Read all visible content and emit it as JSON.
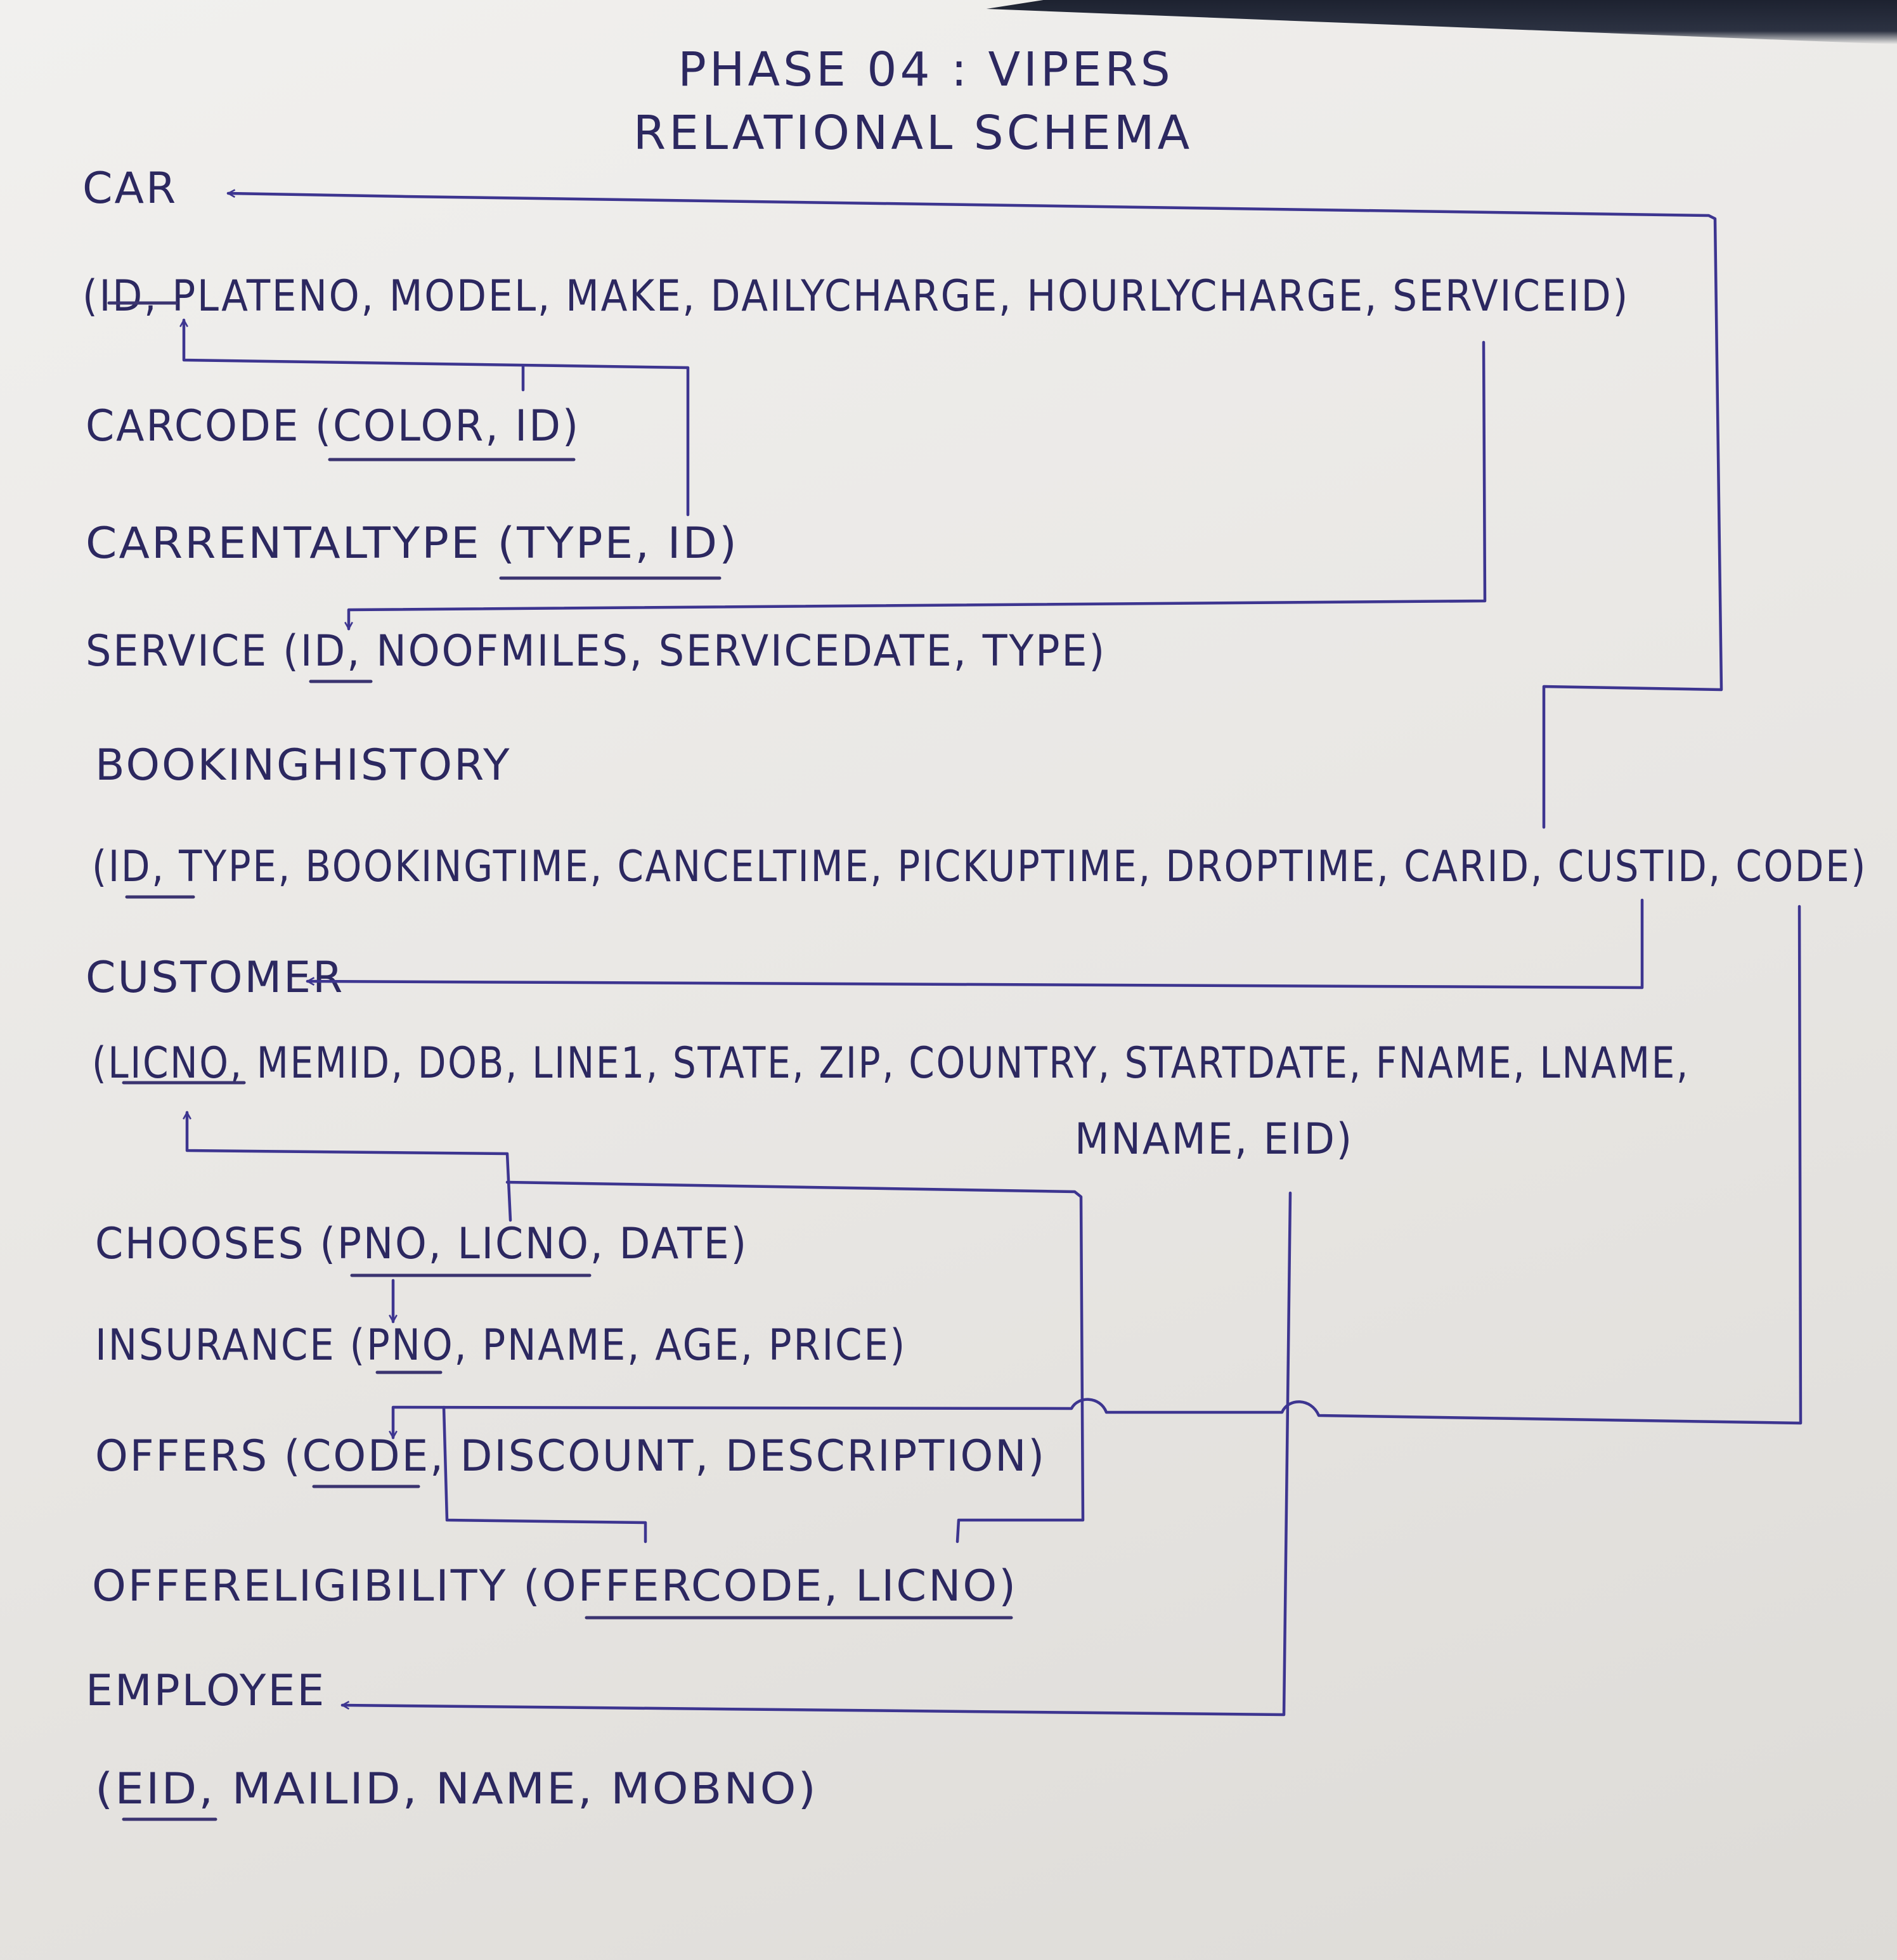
{
  "title": {
    "line1": "PHASE 04 : VIPERS",
    "line2": "RELATIONAL SCHEMA"
  },
  "tables": {
    "car": {
      "name": "CAR",
      "attrs": "(ID, PLATENO, MODEL, MAKE, DAILYCHARGE, HOURLYCHARGE, SERVICEID)"
    },
    "carcode": {
      "def": "CARCODE (COLOR, ID)"
    },
    "carrentaltype": {
      "def": "CARRENTALTYPE (TYPE, ID)"
    },
    "service": {
      "def": "SERVICE (ID, NOOFMILES, SERVICEDATE, TYPE)"
    },
    "bookinghistory": {
      "name": "BOOKINGHISTORY",
      "attrs": "(ID, TYPE, BOOKINGTIME, CANCELTIME, PICKUPTIME, DROPTIME, CARID, CUSTID, CODE)"
    },
    "customer": {
      "name": "CUSTOMER",
      "attrs1": "(LICNO, MEMID, DOB, LINE1, STATE, ZIP, COUNTRY, STARTDATE, FNAME, LNAME,",
      "attrs2": "MNAME, EID)"
    },
    "chooses": {
      "def": "CHOOSES (PNO, LICNO, DATE)"
    },
    "insurance": {
      "def": "INSURANCE (PNO, PNAME, AGE, PRICE)"
    },
    "offers": {
      "def": "OFFERS (CODE, DISCOUNT, DESCRIPTION)"
    },
    "offereligibility": {
      "def": "OFFERELIGIBILITY (OFFERCODE, LICNO)"
    },
    "employee": {
      "name": "EMPLOYEE",
      "attrs": "(EID, MAILID, NAME, MOBNO)"
    }
  },
  "ink_color": "#2c2860",
  "line_color": "#3d3590"
}
